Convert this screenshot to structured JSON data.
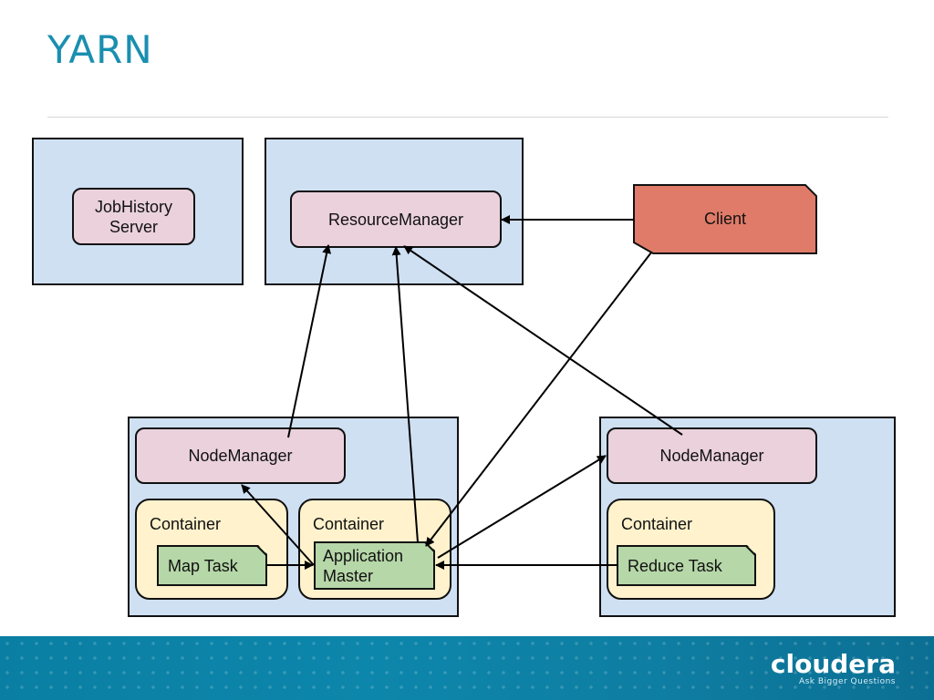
{
  "slide": {
    "title": "YARN"
  },
  "diagram": {
    "nodes": {
      "jobhistory": {
        "label_line1": "JobHistory",
        "label_line2": "Server"
      },
      "resourcemanager": {
        "label": "ResourceManager"
      },
      "client": {
        "label": "Client"
      },
      "nodemanager_left": {
        "label": "NodeManager"
      },
      "nodemanager_right": {
        "label": "NodeManager"
      },
      "container_map": {
        "label": "Container"
      },
      "container_am": {
        "label": "Container"
      },
      "container_reduce": {
        "label": "Container"
      },
      "map_task": {
        "label": "Map Task"
      },
      "app_master": {
        "label_line1": "Application",
        "label_line2": "Master"
      },
      "reduce_task": {
        "label": "Reduce Task"
      }
    },
    "edges": [
      {
        "from": "client",
        "to": "resourcemanager"
      },
      {
        "from": "nodemanager_left",
        "to": "resourcemanager"
      },
      {
        "from": "app_master",
        "to": "resourcemanager"
      },
      {
        "from": "nodemanager_right",
        "to": "resourcemanager"
      },
      {
        "from": "client",
        "to": "app_master"
      },
      {
        "from": "app_master",
        "to": "nodemanager_left"
      },
      {
        "from": "app_master",
        "to": "nodemanager_right"
      },
      {
        "from": "map_task",
        "to": "app_master"
      },
      {
        "from": "reduce_task",
        "to": "app_master"
      }
    ],
    "colors": {
      "host": "#cfe0f3",
      "service": "#ead1dc",
      "container": "#fff2cc",
      "task": "#b6d7a8",
      "client": "#e07b6a"
    }
  },
  "footer": {
    "brand": "cloudera",
    "tagline": "Ask Bigger Questions"
  }
}
